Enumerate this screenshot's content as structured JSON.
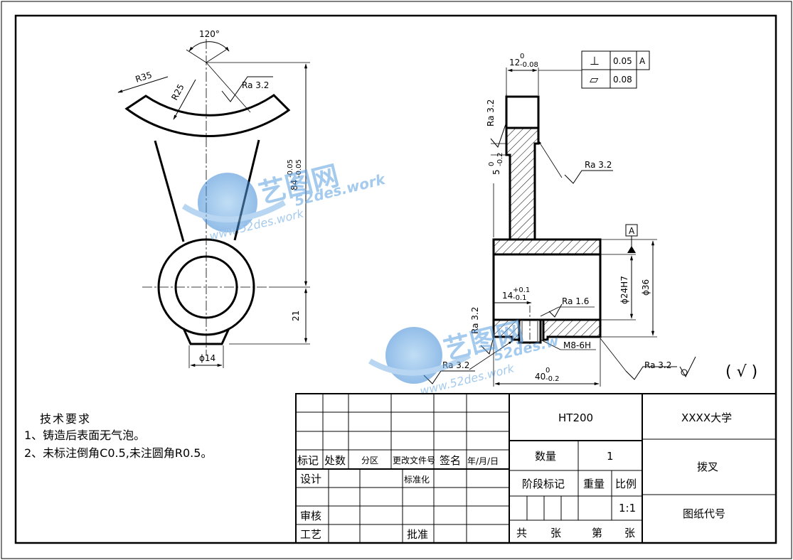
{
  "watermark": {
    "brand": "艺图网",
    "domain_a": "52des.work",
    "domain_b": "www.52des.work",
    "domain_c": "52des.w"
  },
  "front_view": {
    "angle": "120°",
    "r_outer": "R35",
    "r_inner": "R25",
    "roughness": "Ra 3.2",
    "height_dim": "84",
    "height_tol_upper": "-0.05",
    "height_tol_lower": "-0.05",
    "bottom_dim": "21",
    "boss_dim": "ϕ14"
  },
  "section_view": {
    "top_width": "12",
    "top_width_tol_upper": "0",
    "top_width_tol_lower": "-0.08",
    "gdt_row1_symbol": "⊥",
    "gdt_row1_value": "0.05",
    "gdt_row1_datum": "A",
    "gdt_row2_symbol": "▱",
    "gdt_row2_value": "0.08",
    "ra_top_left": "Ra 3.2",
    "ra_right": "Ra 3.2",
    "slot_dim": "5",
    "slot_tol_upper": "0",
    "slot_tol_lower": "-0.2",
    "datum": "A",
    "bore_dim": "ϕ24H7",
    "outer_dim": "ϕ36",
    "hole_depth": "14",
    "hole_tol_upper": "+0.1",
    "hole_tol_lower": "-0.1",
    "ra_hole": "Ra 1.6",
    "ra_lower_left": "Ra 3.2",
    "thread": "M8-6H",
    "ra_bottom": "Ra 3.2",
    "length_dim": "40",
    "length_tol_upper": "0",
    "length_tol_lower": "-0.2"
  },
  "general_roughness": {
    "value": "Ra 3.2",
    "paren": "( √ )"
  },
  "tech_requirements": {
    "title": "技术要求",
    "items": [
      "1、铸造后表面无气泡。",
      "2、未标注倒角C0.5,未注圆角R0.5。"
    ]
  },
  "title_block": {
    "material": "HT200",
    "institution": "XXXX大学",
    "part_name": "拨叉",
    "drawing_no": "图纸代号",
    "rev_headers": [
      "标记",
      "处数",
      "分区",
      "更改文件号",
      "签名",
      "年/月/日"
    ],
    "design": "设计",
    "standardize": "标准化",
    "review": "审核",
    "process": "工艺",
    "approve": "批准",
    "qty_label": "数量",
    "qty_value": "1",
    "stage_label": "阶段标记",
    "weight_label": "重量",
    "scale_label": "比例",
    "scale_value": "1:1",
    "total_label": "共",
    "sheet_unit1": "张",
    "sheet_label": "第",
    "sheet_unit2": "张"
  }
}
